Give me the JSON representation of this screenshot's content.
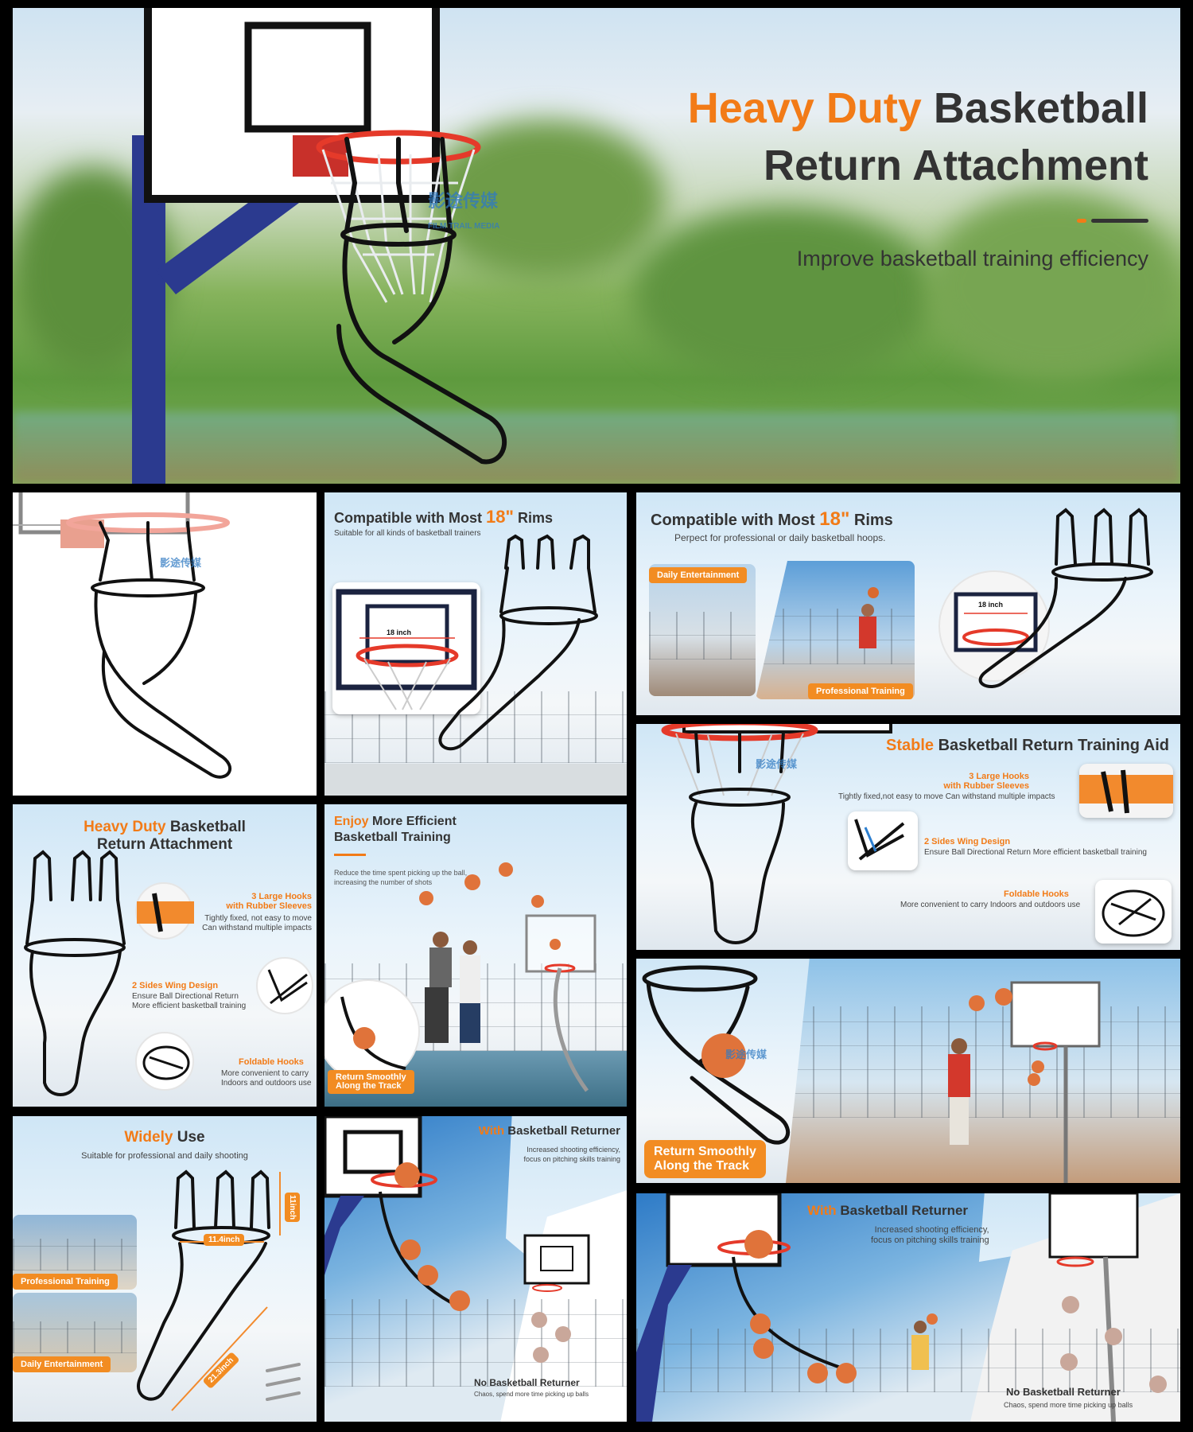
{
  "hero": {
    "title_accent": "Heavy Duty",
    "title_rest": "Basketball",
    "title_line2": "Return Attachment",
    "subtitle": "Improve basketball training efficiency",
    "watermark_cn": "影途传媒",
    "watermark_en": "FILM TRAIL MEDIA"
  },
  "compat_small": {
    "title_a": "Compatible with",
    "title_b": "Most",
    "title_num": "18\"",
    "title_c": "Rims",
    "subtitle": "Suitable for all kinds of basketball trainers",
    "size_label": "18 inch"
  },
  "compat_wide": {
    "title_a": "Compatible with",
    "title_b": "Most",
    "title_num": "18\"",
    "title_c": "Rims",
    "subtitle": "Perpect for professional or daily basketball hoops.",
    "tag_daily": "Daily Entertainment",
    "tag_pro": "Professional Training",
    "size_label": "18 inch"
  },
  "stable": {
    "title_accent": "Stable",
    "title_rest": "Basketball Return Training Aid",
    "f1_title_1": "3 Large Hooks",
    "f1_title_2": "with Rubber Sleeves",
    "f1_desc": "Tightly fixed,not easy to move Can withstand multiple impacts",
    "f2_title": "2 Sides Wing Design",
    "f2_desc": "Ensure Ball Directional Return More efficient basketball training",
    "f3_title": "Foldable Hooks",
    "f3_desc": "More convenient to carry Indoors and outdoors use"
  },
  "heavy": {
    "title_accent": "Heavy Duty",
    "title_rest": "Basketball",
    "title_line2": "Return Attachment",
    "f1_title_1": "3 Large Hooks",
    "f1_title_2": "with Rubber Sleeves",
    "f1_desc_1": "Tightly fixed, not easy to move",
    "f1_desc_2": "Can withstand multiple impacts",
    "f2_title": "2 Sides Wing Design",
    "f2_desc_1": "Ensure Ball Directional Return",
    "f2_desc_2": "More efficient basketball training",
    "f3_title": "Foldable Hooks",
    "f3_desc_1": "More convenient to carry",
    "f3_desc_2": "Indoors and outdoors use"
  },
  "enjoy": {
    "title_accent": "Enjoy",
    "title_rest": "More Efficient",
    "title_line2": "Basketball Training",
    "desc_1": "Reduce the time spent picking up the ball,",
    "desc_2": "increasing the number of shots",
    "tag_1": "Return Smoothly",
    "tag_2": "Along the Track"
  },
  "track": {
    "tag_1": "Return Smoothly",
    "tag_2": "Along the Track"
  },
  "widely": {
    "title_accent": "Widely",
    "title_rest": "Use",
    "subtitle": "Suitable for professional and daily shooting",
    "dim_height": "11inch",
    "dim_width": "11.4inch",
    "dim_length": "21.3inch",
    "tag_pro": "Professional Training",
    "tag_daily": "Daily Entertainment"
  },
  "returner_small": {
    "title_accent": "With",
    "title_rest": "Basketball Returner",
    "desc_1": "Increased shooting efficiency,",
    "desc_2": "focus on pitching skills training",
    "no_title": "No Basketball Returner",
    "no_desc": "Chaos, spend more time picking up balls"
  },
  "returner_wide": {
    "title_accent": "With",
    "title_rest": "Basketball Returner",
    "desc_1": "Increased shooting efficiency,",
    "desc_2": "focus on pitching skills training",
    "no_title": "No Basketball Returner",
    "no_desc": "Chaos, spend more time picking up balls"
  },
  "colors": {
    "accent": "#f27b17",
    "text_dark": "#333333",
    "pole_blue": "#2b3a8f",
    "rim_red": "#e53a2a",
    "ball": "#e0733a"
  }
}
